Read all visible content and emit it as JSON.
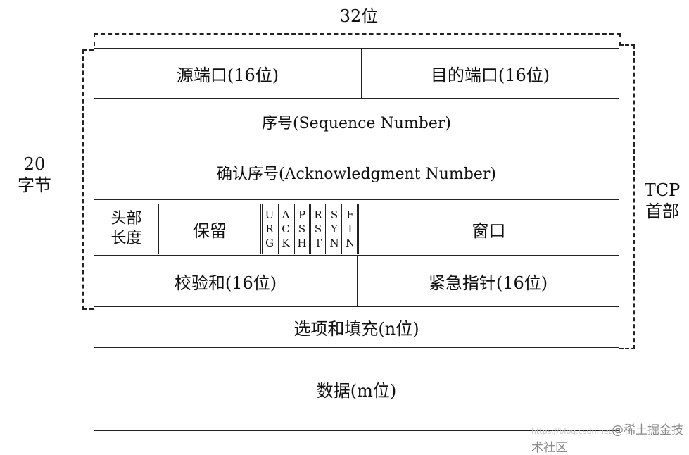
{
  "brackets": {
    "width_label": "32位",
    "left_label": [
      "20",
      "字节"
    ],
    "right_label": [
      "TCP",
      "首部"
    ]
  },
  "rows": {
    "r1": {
      "source_port": "源端口(16位)",
      "dest_port": "目的端口(16位)"
    },
    "r2": {
      "sequence": "序号(Sequence Number)"
    },
    "r3": {
      "ack": "确认序号(Acknowledgment Number)"
    },
    "r4": {
      "header_length": [
        "头部",
        "长度"
      ],
      "reserved": "保留",
      "flags": [
        [
          "U",
          "R",
          "G"
        ],
        [
          "A",
          "C",
          "K"
        ],
        [
          "P",
          "S",
          "H"
        ],
        [
          "R",
          "S",
          "T"
        ],
        [
          "S",
          "Y",
          "N"
        ],
        [
          "F",
          "I",
          "N"
        ]
      ],
      "window": "窗口"
    },
    "r5": {
      "checksum": "校验和(16位)",
      "urgent_pointer": "紧急指针(16位)"
    },
    "r6": {
      "options": "选项和填充(n位)"
    },
    "r7": {
      "data": "数据(m位)"
    }
  },
  "watermark": {
    "url": "https://blog.csdn.net",
    "text": "@稀土掘金技术社区"
  }
}
